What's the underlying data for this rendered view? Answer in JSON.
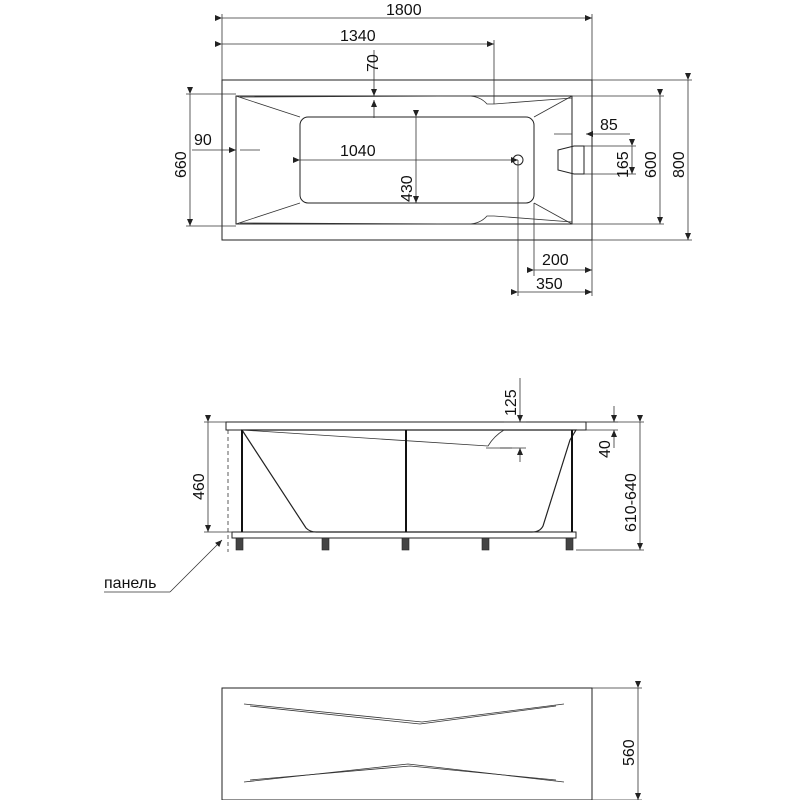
{
  "top_view": {
    "overall_length": "1800",
    "drain_distance": "1340",
    "rim_depth": "70",
    "rim_side": "90",
    "outer_width_inner": "660",
    "inner_bottom_length": "1040",
    "inner_bottom_width": "430",
    "headrest_width": "85",
    "headrest_length": "165",
    "inner_width": "600",
    "overall_width": "800",
    "drain_to_end": "200",
    "drain_to_edge": "350"
  },
  "side_view": {
    "drain_height": "125",
    "rim_thickness": "40",
    "basin_depth": "460",
    "total_height": "610-640",
    "panel_label": "панель"
  },
  "panel_view": {
    "panel_height": "560"
  },
  "colors": {
    "line": "#222222",
    "background": "#ffffff"
  }
}
